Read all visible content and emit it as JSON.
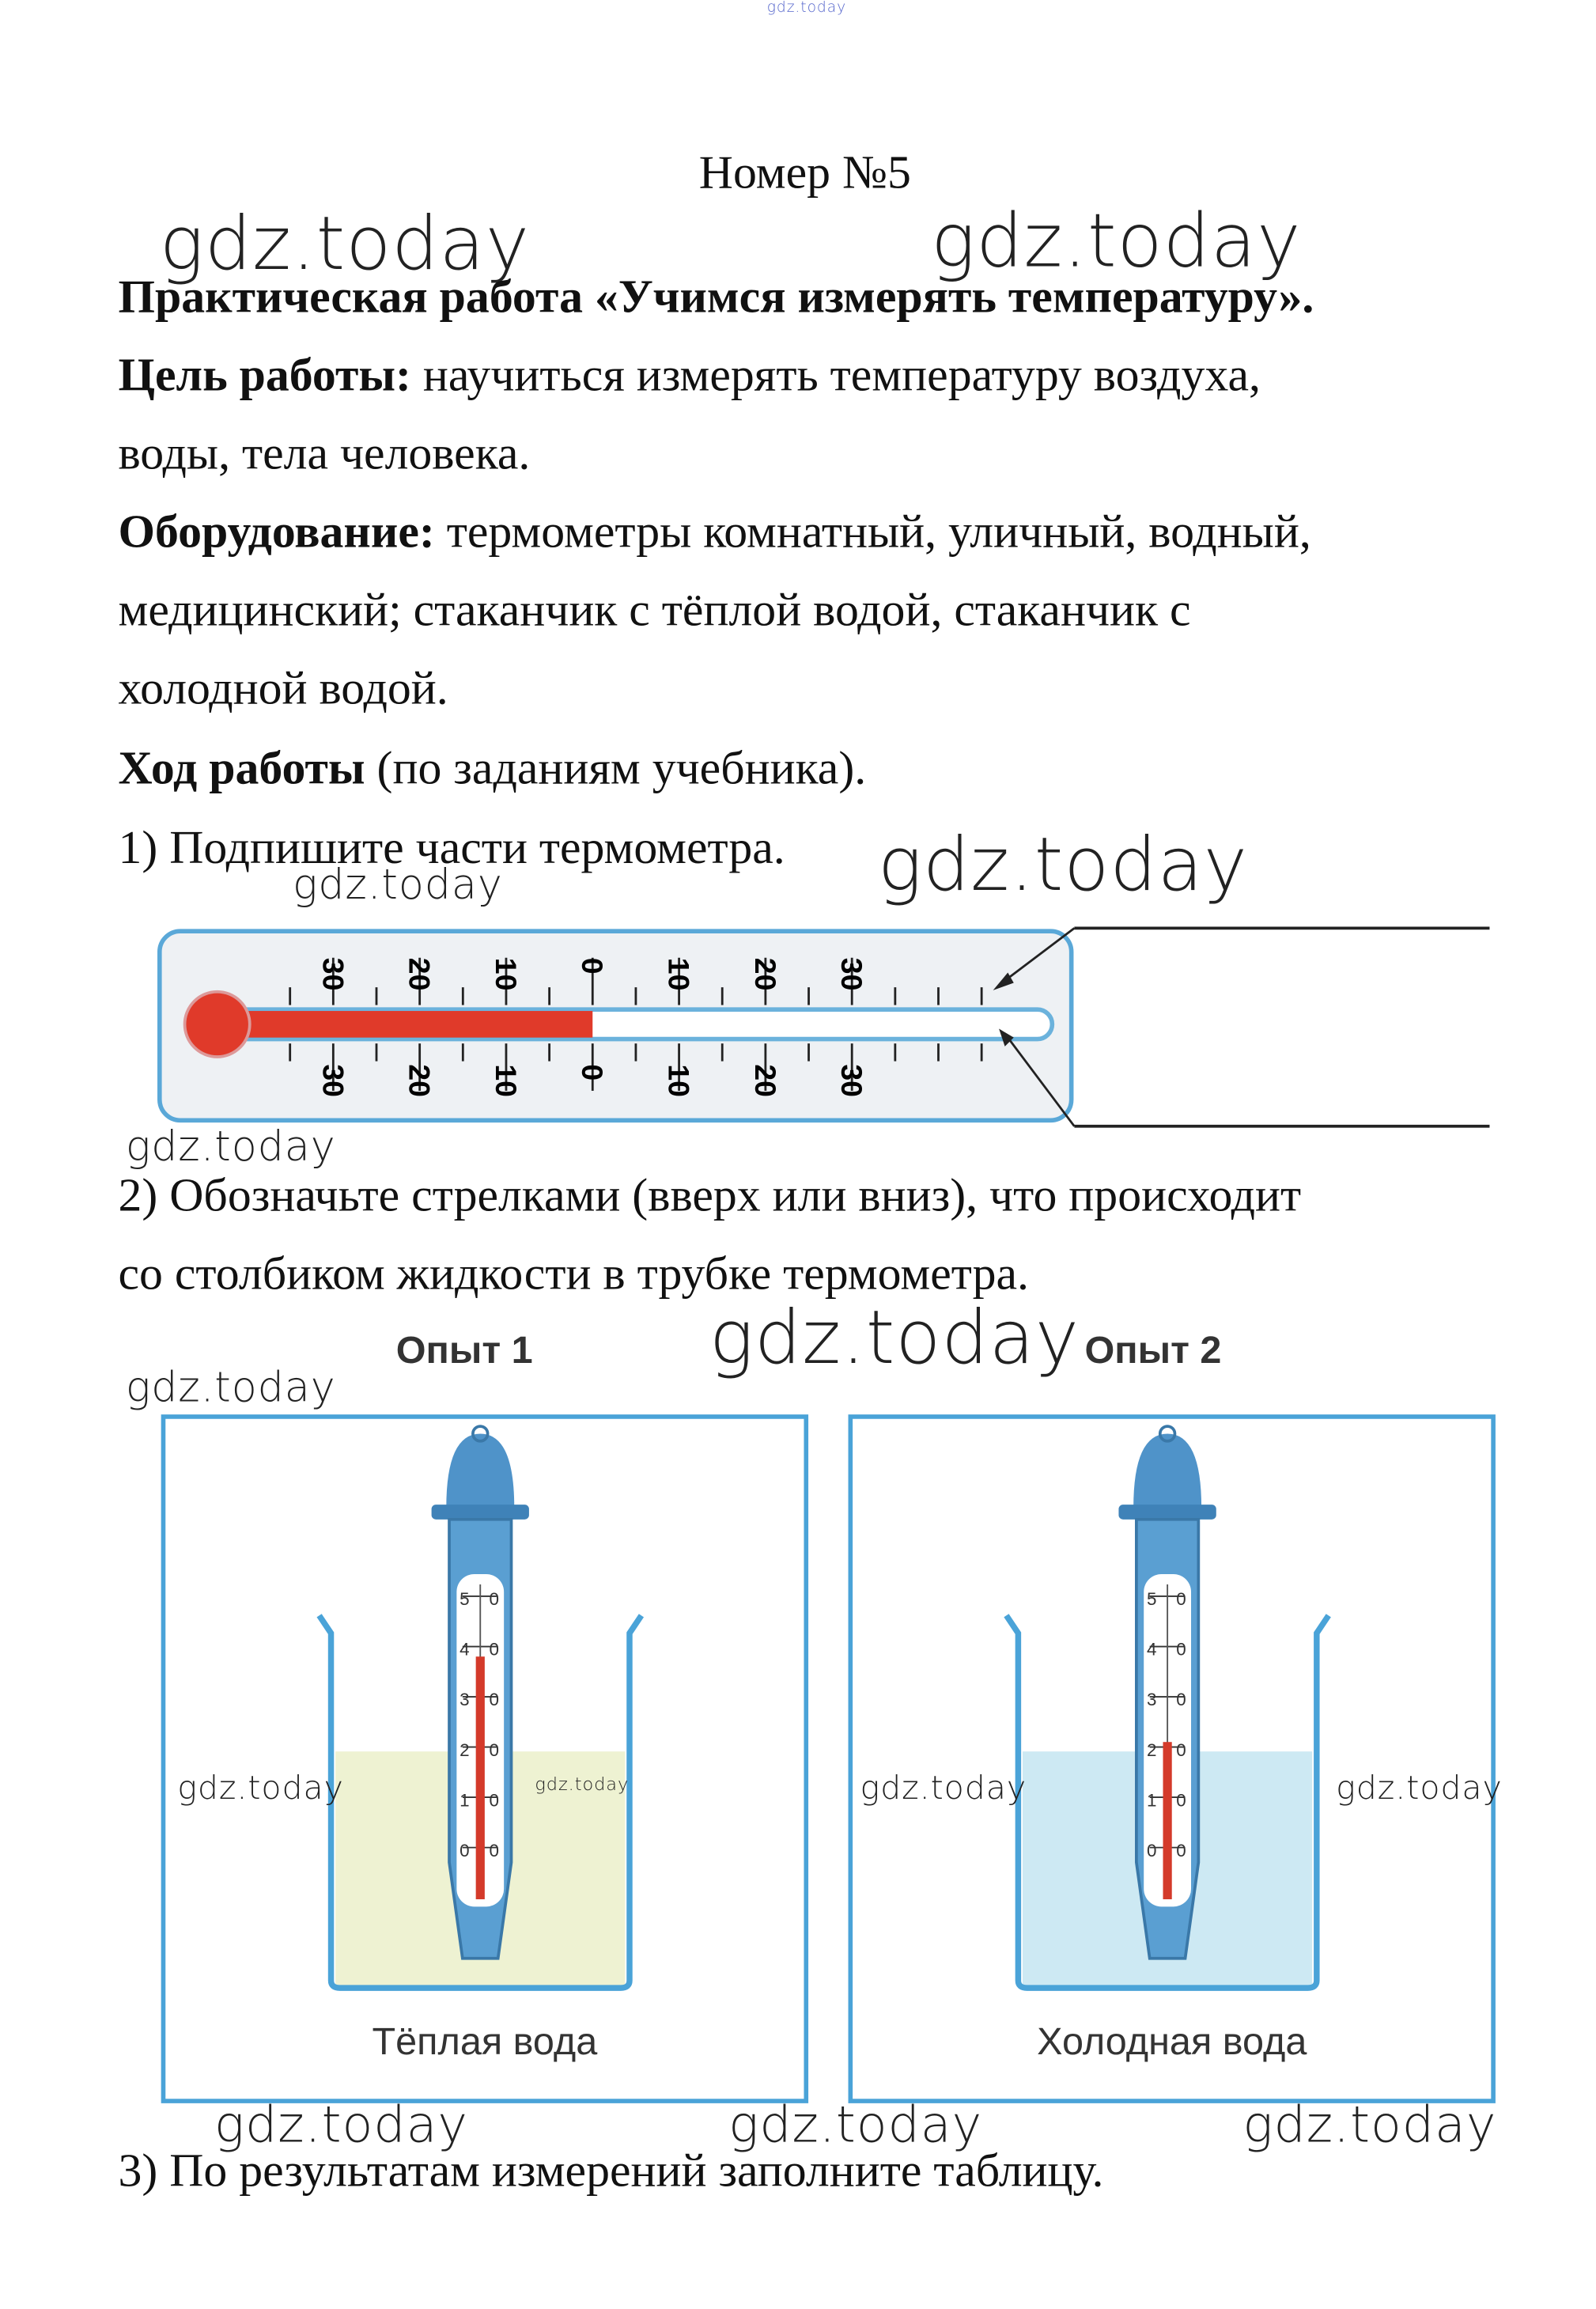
{
  "watermark": "gdz.today",
  "top_watermark": "gdz.today",
  "title": "Номер №5",
  "heading": "Практическая работа «Учимся измерять температуру».",
  "goal": {
    "label": "Цель работы:",
    "text1": " научиться измерять температуру воздуха,",
    "text2": "воды, тела человека."
  },
  "equipment": {
    "label": "Оборудование:",
    "text1": " термометры комнатный, уличный, водный,",
    "text2": "медицинский; стаканчик с тёплой водой, стаканчик с",
    "text3": "холодной водой."
  },
  "procedure": {
    "label": "Ход работы",
    "text": " (по заданиям учебника)."
  },
  "task1": "1) Подпишите части термометра.",
  "thermometer": {
    "top_labels": [
      "30",
      "20",
      "10",
      "0",
      "10",
      "20",
      "30"
    ],
    "bottom_labels": [
      "30",
      "20",
      "10",
      "0",
      "10",
      "20",
      "30"
    ],
    "reading": 0,
    "answer_lines": [
      "",
      ""
    ]
  },
  "task2_line1": "2) Обозначьте стрелками (вверх или вниз), что происходит",
  "task2_line2": "со столбиком жидкости в трубке термометра.",
  "experiments": [
    {
      "title": "Опыт  1",
      "caption": "Тёплая  вода",
      "water_color": "#eef2d2",
      "reading": 38,
      "scale": [
        "5",
        "0",
        "4",
        "0",
        "3",
        "0",
        "2",
        "0",
        "1",
        "0",
        "0",
        "0"
      ]
    },
    {
      "title": "Опыт  2",
      "caption": "Холодная  вода",
      "water_color": "#cde9f3",
      "reading": 21,
      "scale": [
        "5",
        "0",
        "4",
        "0",
        "3",
        "0",
        "2",
        "0",
        "1",
        "0",
        "0",
        "0"
      ]
    }
  ],
  "task3": "3) По результатам измерений заполните таблицу.",
  "colors": {
    "accent_blue": "#4aa3d8",
    "mercury_red": "#e03a2a",
    "thermo_body": "#4f93c9"
  }
}
